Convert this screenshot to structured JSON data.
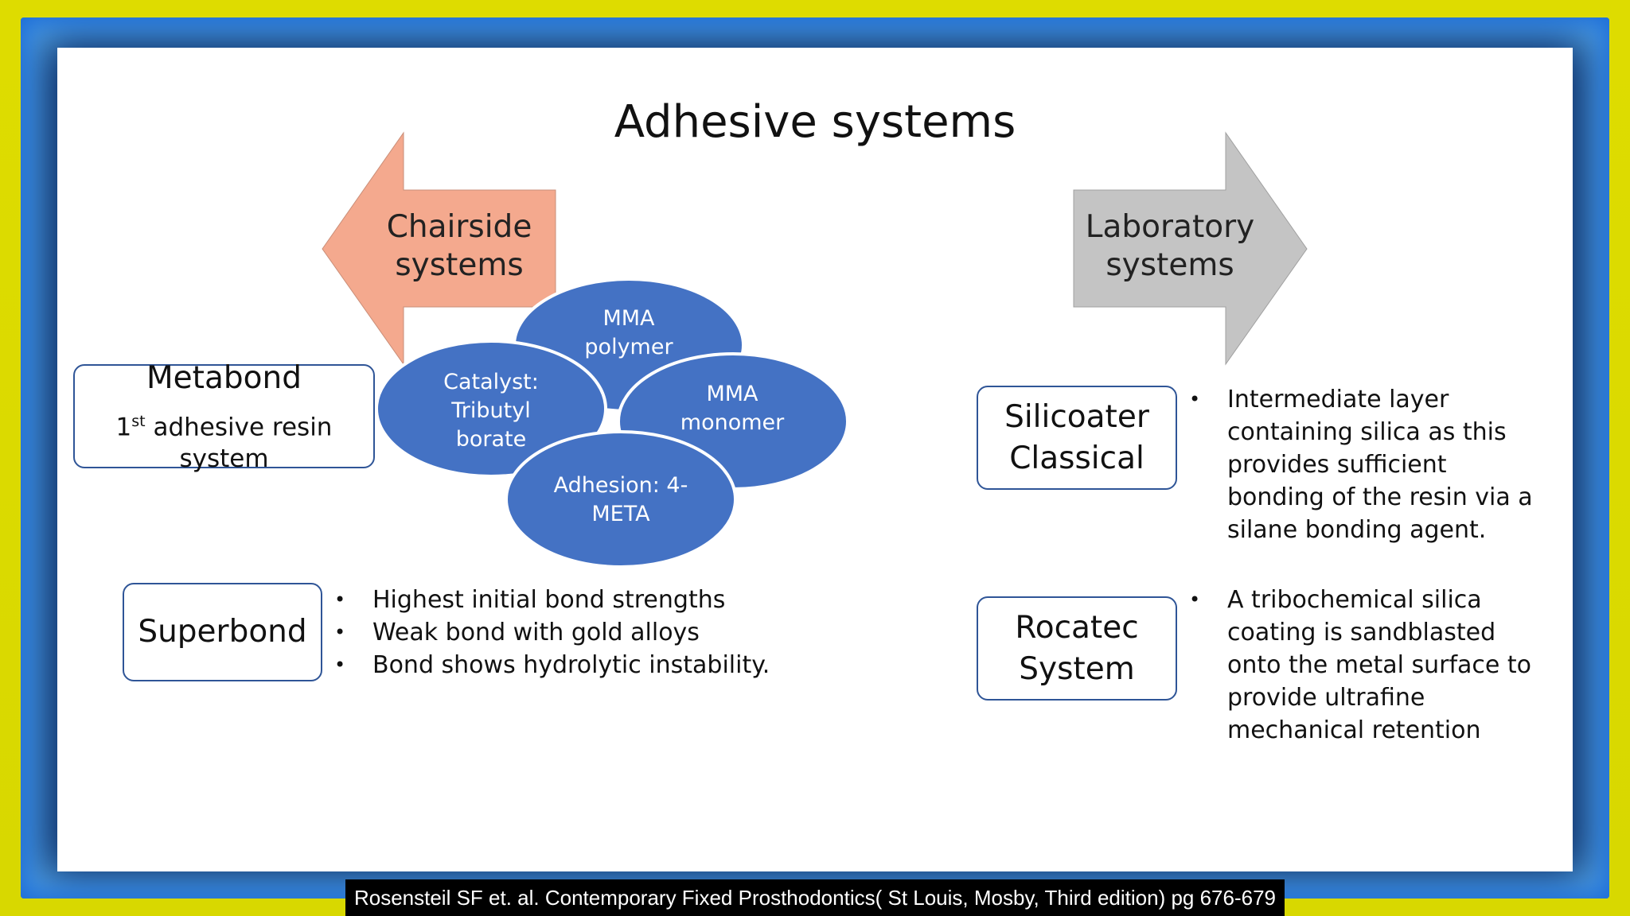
{
  "title": "Adhesive systems",
  "arrows": {
    "left": {
      "line1": "Chairside",
      "line2": "systems",
      "fill": "#f4a98e"
    },
    "right": {
      "line1": "Laboratory",
      "line2": "systems",
      "fill": "#c4c4c4"
    }
  },
  "ellipses": {
    "fill": "#4472c4",
    "polymer": {
      "line1": "MMA",
      "line2": "polymer"
    },
    "catalyst": {
      "line1": "Catalyst:",
      "line2": "Tributyl",
      "line3": "borate"
    },
    "monomer": {
      "line1": "MMA",
      "line2": "monomer"
    },
    "adhesion": {
      "line1": "Adhesion: 4-",
      "line2": "META"
    }
  },
  "metabond": {
    "title": "Metabond",
    "sub_prefix": "1",
    "sub_sup": "st",
    "sub_rest": " adhesive resin system"
  },
  "superbond": {
    "title": "Superbond",
    "bullets": [
      "Highest initial bond strengths",
      "Weak bond with gold alloys",
      "Bond shows hydrolytic instability."
    ]
  },
  "silicoater": {
    "line1": "Silicoater",
    "line2": "Classical",
    "bullet_lines": [
      "Intermediate layer",
      "containing silica as this",
      "provides sufficient",
      "bonding of the resin via a",
      "silane bonding agent."
    ]
  },
  "rocatec": {
    "line1": "Rocatec",
    "line2": "System",
    "bullet_lines": [
      "A tribochemical silica",
      "coating is sandblasted",
      "onto the metal surface to",
      "provide ultrafine",
      "mechanical retention"
    ]
  },
  "citation": "Rosensteil SF et. al. Contemporary Fixed Prosthodontics( St Louis, Mosby, Third edition) pg 676-679"
}
